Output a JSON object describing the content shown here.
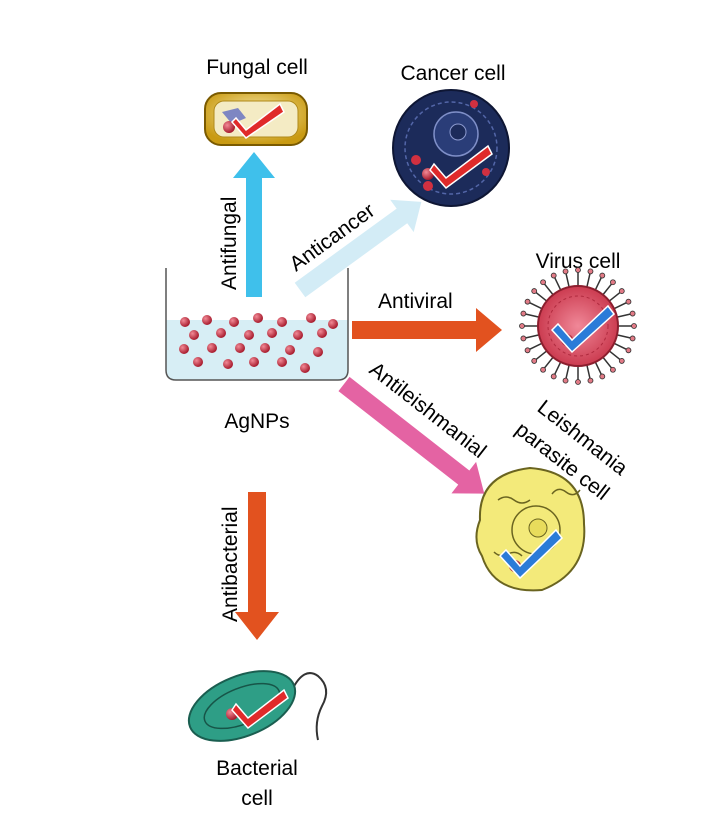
{
  "center": {
    "label": "AgNPs"
  },
  "targets": {
    "fungal": {
      "label": "Fungal cell",
      "arrow_label": "Antifungal",
      "arrow_color": "#3FC0EB",
      "cell_color": "#E8C322"
    },
    "cancer": {
      "label": "Cancer cell",
      "arrow_label": "Anticancer",
      "arrow_color": "#D3ECF6",
      "cell_color": "#1C2B5A"
    },
    "virus": {
      "label": "Virus cell",
      "arrow_label": "Antiviral",
      "arrow_color": "#E2521F",
      "cell_color": "#D8485A"
    },
    "leishmania": {
      "label_line1": "Leishmania",
      "label_line2": "parasite cell",
      "arrow_label": "Antileishmanial",
      "arrow_color": "#E463A3",
      "cell_color": "#F3EA7A"
    },
    "bacterial": {
      "label_line1": "Bacterial",
      "label_line2": "cell",
      "arrow_label": "Antibacterial",
      "arrow_color": "#E2521F",
      "cell_color": "#2E9E86"
    }
  },
  "colors": {
    "nanoparticle": "#C4283A",
    "solution": "#D7EEF5",
    "check_red": "#E02A2A",
    "check_blue": "#2B7BD8"
  },
  "icons": {
    "check_mark": "check-icon",
    "nanoparticle": "nanoparticle-icon"
  }
}
